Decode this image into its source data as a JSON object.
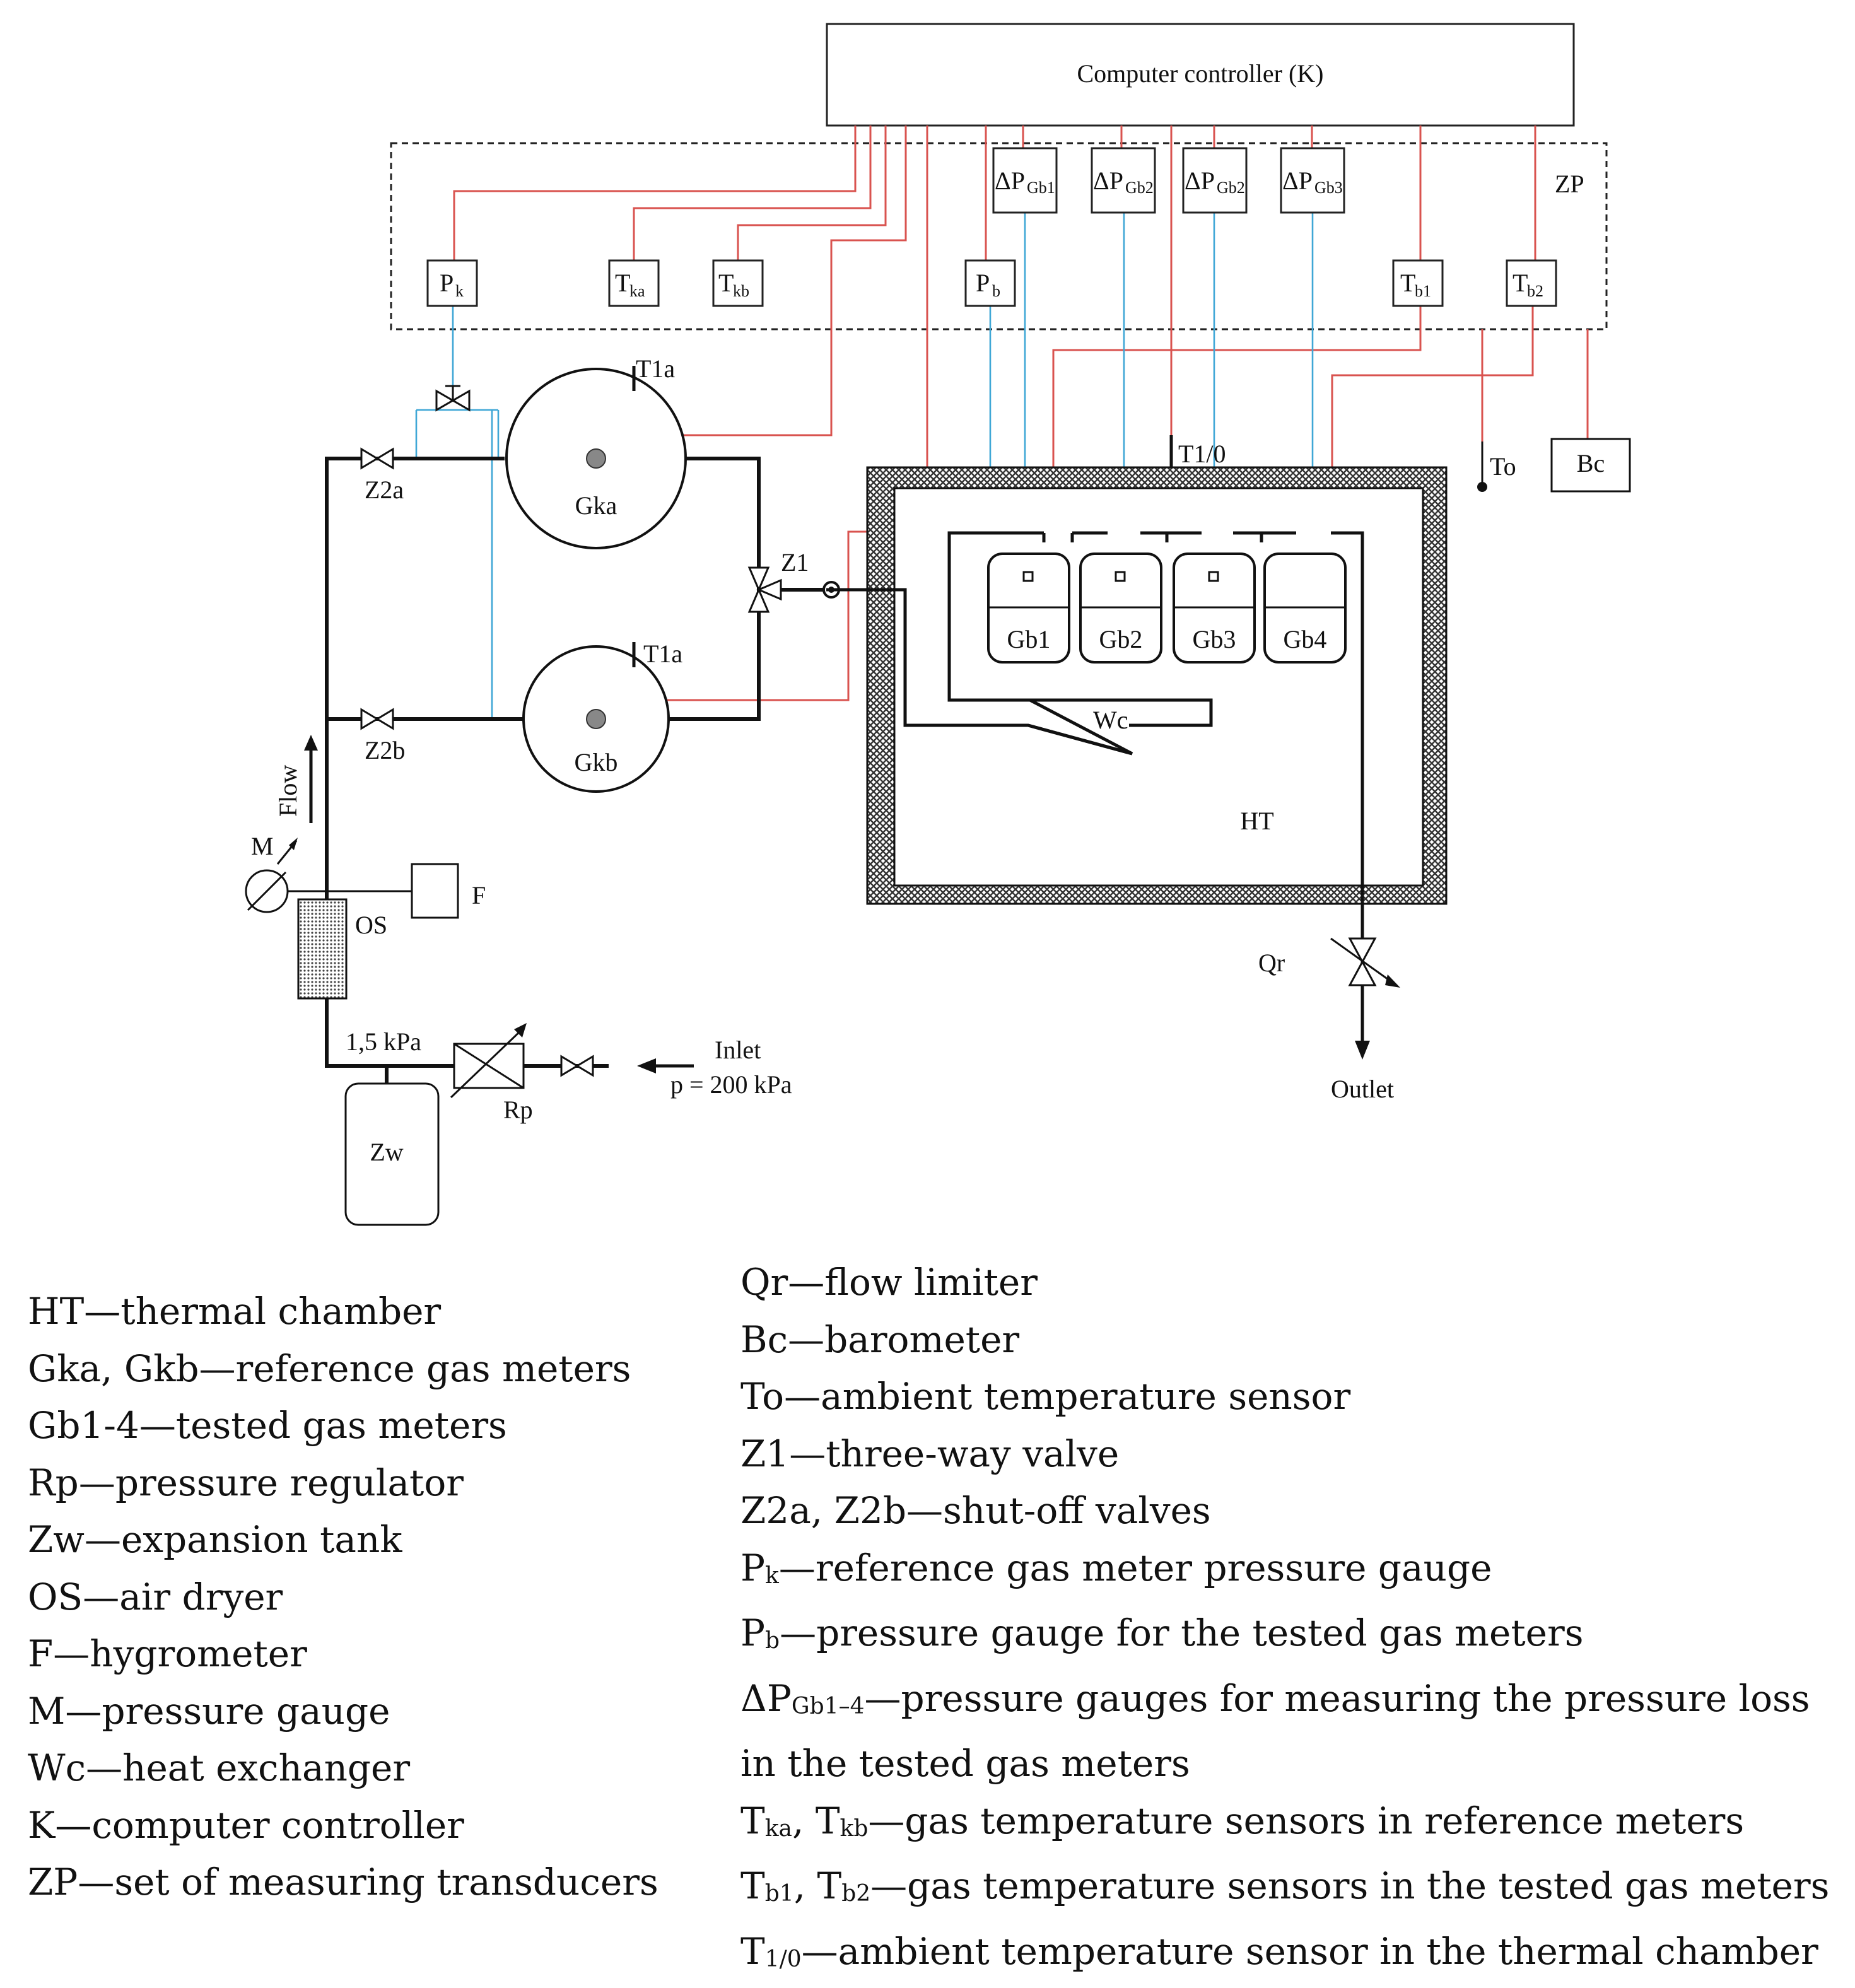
{
  "diagram": {
    "controller": "Computer controller (K)",
    "zp": "ZP",
    "transducers": {
      "pk": {
        "main": "P",
        "sub": "k"
      },
      "tka": {
        "main": "T",
        "sub": "ka"
      },
      "tkb": {
        "main": "T",
        "sub": "kb"
      },
      "pb": {
        "main": "P",
        "sub": "b"
      },
      "dp1": {
        "main": "ΔP",
        "sub": "Gb1"
      },
      "dp2": {
        "main": "ΔP",
        "sub": "Gb2"
      },
      "dp3": {
        "main": "ΔP",
        "sub": "Gb2"
      },
      "dp4": {
        "main": "ΔP",
        "sub": "Gb3"
      },
      "tb1": {
        "main": "T",
        "sub": "b1"
      },
      "tb2": {
        "main": "T",
        "sub": "b2"
      }
    },
    "labels": {
      "t1a_top": "T1a",
      "t1a_bottom": "T1a",
      "t10": "T1/0",
      "to": "To",
      "bc": "Bc",
      "gka": "Gka",
      "gkb": "Gkb",
      "z2a": "Z2a",
      "z2b": "Z2b",
      "z1": "Z1",
      "flow": "Flow",
      "m": "M",
      "f": "F",
      "os": "OS",
      "pressure": "1,5 kPa",
      "rp": "Rp",
      "zw": "Zw",
      "inlet": "Inlet",
      "inlet_p": "p = 200 kPa",
      "ht": "HT",
      "wc": "Wc",
      "gb1": "Gb1",
      "gb2": "Gb2",
      "gb3": "Gb3",
      "gb4": "Gb4",
      "qr": "Qr",
      "outlet": "Outlet"
    }
  },
  "legend": {
    "left": [
      {
        "name": "HT",
        "desc": "—thermal chamber"
      },
      {
        "name": "Gka, Gkb",
        "desc": "—reference gas meters"
      },
      {
        "name": "Gb1-4",
        "desc": "—tested gas meters"
      },
      {
        "name": "Rp",
        "desc": "—pressure regulator"
      },
      {
        "name": "Zw",
        "desc": "—expansion tank"
      },
      {
        "name": "OS",
        "desc": "—air dryer"
      },
      {
        "name": "F",
        "desc": "—hygrometer"
      },
      {
        "name": "M",
        "desc": "—pressure gauge"
      },
      {
        "name": "Wc",
        "desc": "—heat exchanger"
      },
      {
        "name": "K",
        "desc": "—computer controller"
      },
      {
        "name": "ZP",
        "desc": "—set of measuring transducers"
      }
    ],
    "right": [
      {
        "name": "Qr",
        "desc": "—flow limiter"
      },
      {
        "name": "Bc",
        "desc": "—barometer"
      },
      {
        "name": "To",
        "desc": "—ambient temperature sensor"
      },
      {
        "name": "Z1",
        "desc": "—three-way valve"
      },
      {
        "name": "Z2a, Z2b",
        "desc": "—shut-off valves"
      },
      {
        "main": "P",
        "sub": "k",
        "desc": "—reference gas meter pressure gauge"
      },
      {
        "main": "P",
        "sub": "b",
        "desc": "—pressure gauge for the tested gas meters"
      },
      {
        "main": "ΔP",
        "sub": "Gb1–4",
        "desc": "—pressure gauges for measuring the pressure loss"
      },
      {
        "name": "",
        "desc": "in the tested gas meters"
      },
      {
        "main": "T",
        "sub": "ka",
        "main2": ", T",
        "sub2": "kb",
        "desc": "—gas temperature sensors in reference meters"
      },
      {
        "main": "T",
        "sub": "b1",
        "main2": ", T",
        "sub2": "b2",
        "desc": "—gas temperature sensors in the tested gas meters"
      },
      {
        "main": "T",
        "sub": "1/0",
        "desc": "—ambient temperature sensor in the thermal chamber"
      }
    ]
  }
}
